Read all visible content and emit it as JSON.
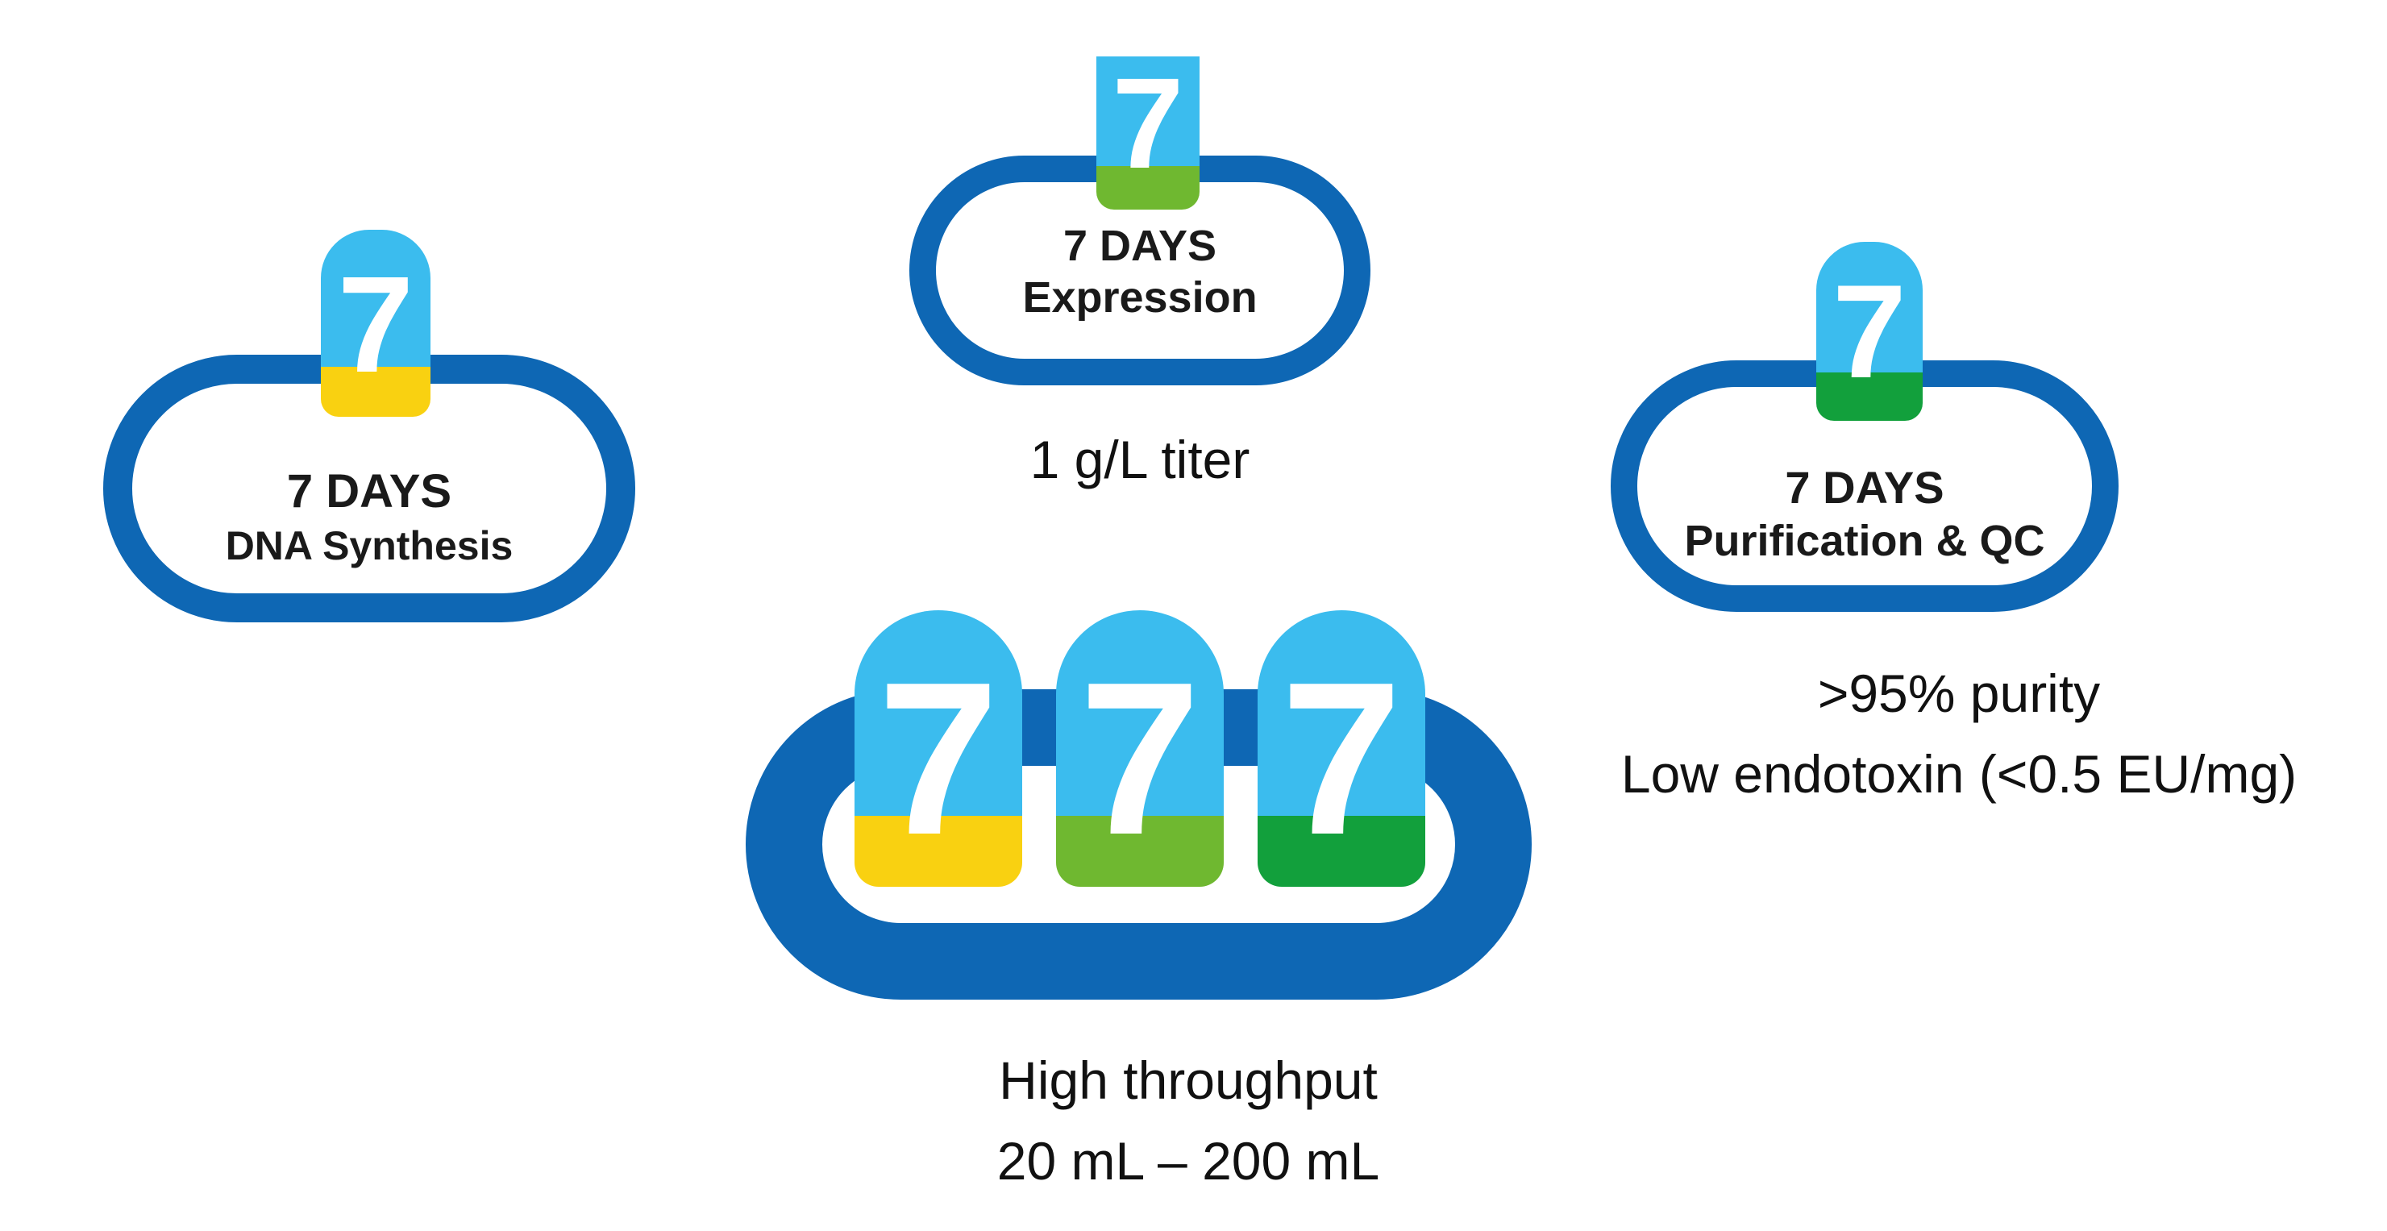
{
  "stages": {
    "dna": {
      "number": "7",
      "title": "7 DAYS",
      "subtitle": "DNA Synthesis",
      "accent": "#f9d111"
    },
    "expression": {
      "number": "7",
      "title": "7 DAYS",
      "subtitle": "Expression",
      "accent": "#6fb830",
      "caption": "1 g/L titer"
    },
    "purification": {
      "number": "7",
      "title": "7 DAYS",
      "subtitle": "Purification & QC",
      "accent": "#12a03c",
      "caption_line1": ">95% purity",
      "caption_line2": "Low endotoxin (<0.5 EU/mg)"
    }
  },
  "combined": {
    "tabs": [
      {
        "number": "7",
        "accent": "#f9d111"
      },
      {
        "number": "7",
        "accent": "#6fb830"
      },
      {
        "number": "7",
        "accent": "#12a03c"
      }
    ],
    "caption_line1": "High throughput",
    "caption_line2": "20 mL – 200 mL"
  },
  "colors": {
    "pill_border": "#0e67b4",
    "tab_blue": "#3bbcee"
  }
}
